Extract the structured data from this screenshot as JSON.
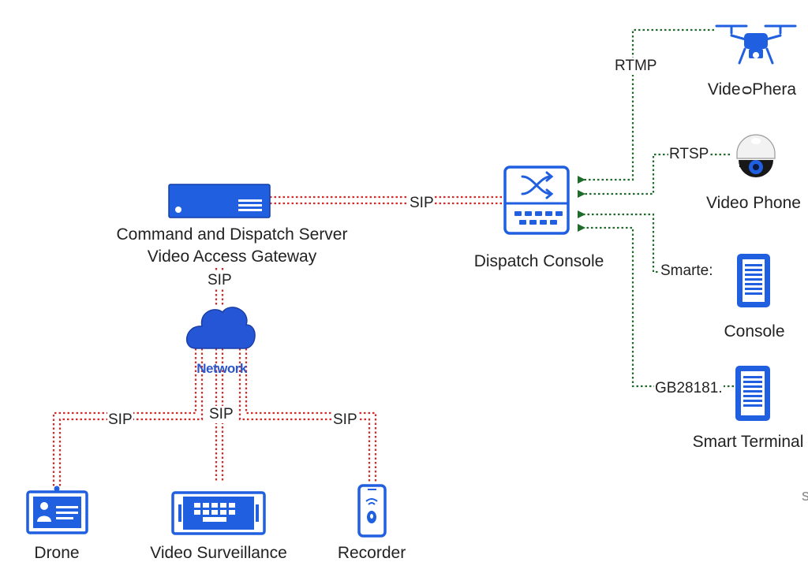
{
  "colors": {
    "device_blue": "#1f5fe0",
    "device_dark": "#123fa8",
    "sip_link": "#d42a2a",
    "stream_link": "#1e6b2a",
    "cloud_blue": "#2456d6"
  },
  "nodes": {
    "server": {
      "label_line1": "Command and Dispatch Server",
      "label_line2": "Video Access Gateway",
      "icon": "server-rack-icon"
    },
    "network": {
      "label": "Network",
      "icon": "cloud-icon"
    },
    "console_hub": {
      "label": "Dispatch Console",
      "icon": "network-switch-icon"
    },
    "drone": {
      "label": "Drone",
      "icon": "id-card-icon"
    },
    "video_surveillance": {
      "label": "Video Surveillance",
      "icon": "nvr-device-icon"
    },
    "recorder": {
      "label": "Recorder",
      "icon": "mobile-recorder-icon"
    },
    "video_sphera": {
      "label": "Vide ᴑPhera",
      "icon": "drone-icon"
    },
    "video_phone": {
      "label": "Video Phone",
      "icon": "dome-camera-icon"
    },
    "console": {
      "label": "Console",
      "icon": "tablet-icon"
    },
    "smart_terminal": {
      "label": "Smart Terminal",
      "icon": "tablet-icon"
    }
  },
  "links": {
    "server_console": {
      "protocol": "SIP"
    },
    "server_network": {
      "protocol": "SIP"
    },
    "network_drone": {
      "protocol": "SIP"
    },
    "network_surveillance": {
      "protocol": "SIP"
    },
    "network_recorder": {
      "protocol": "SIP"
    },
    "sphera_console": {
      "protocol": "RTMP"
    },
    "phone_console": {
      "protocol": "RTSP"
    },
    "console_device": {
      "protocol": "Smarte:"
    },
    "terminal_console": {
      "protocol": "GB28181."
    }
  },
  "edge_mark": "s"
}
